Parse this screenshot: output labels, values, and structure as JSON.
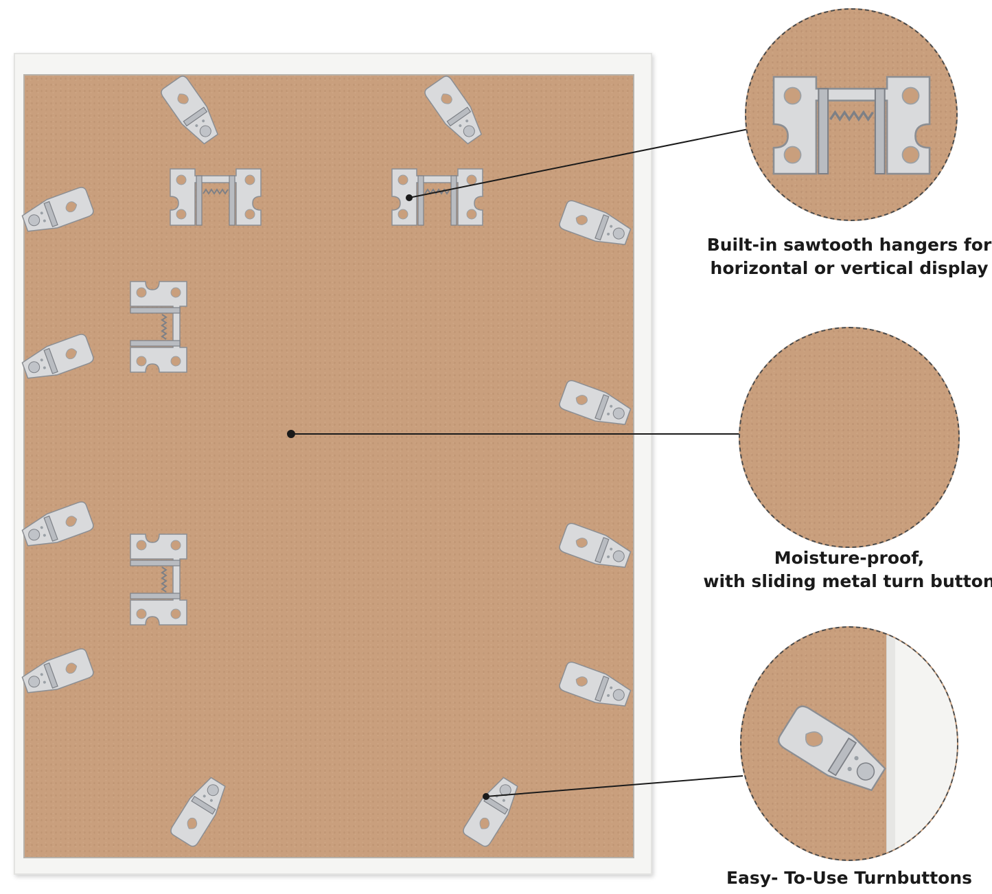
{
  "captions": {
    "sawtooth_line1": "Built-in sawtooth hangers for",
    "sawtooth_line2": "horizontal or vertical display",
    "moisture_line1": "Moisture-proof,",
    "moisture_line2": "with sliding metal turn button",
    "turnbuttons": "Easy- To-Use Turnbuttons"
  },
  "colors": {
    "backing_board": "#c99f7d",
    "frame": "#f5f5f3",
    "metal": "#d9dadc",
    "callout_line": "#1a1a1a"
  },
  "icons": {
    "sawtooth_hanger": "sawtooth-hanger-icon",
    "turn_button": "turn-button-icon"
  }
}
